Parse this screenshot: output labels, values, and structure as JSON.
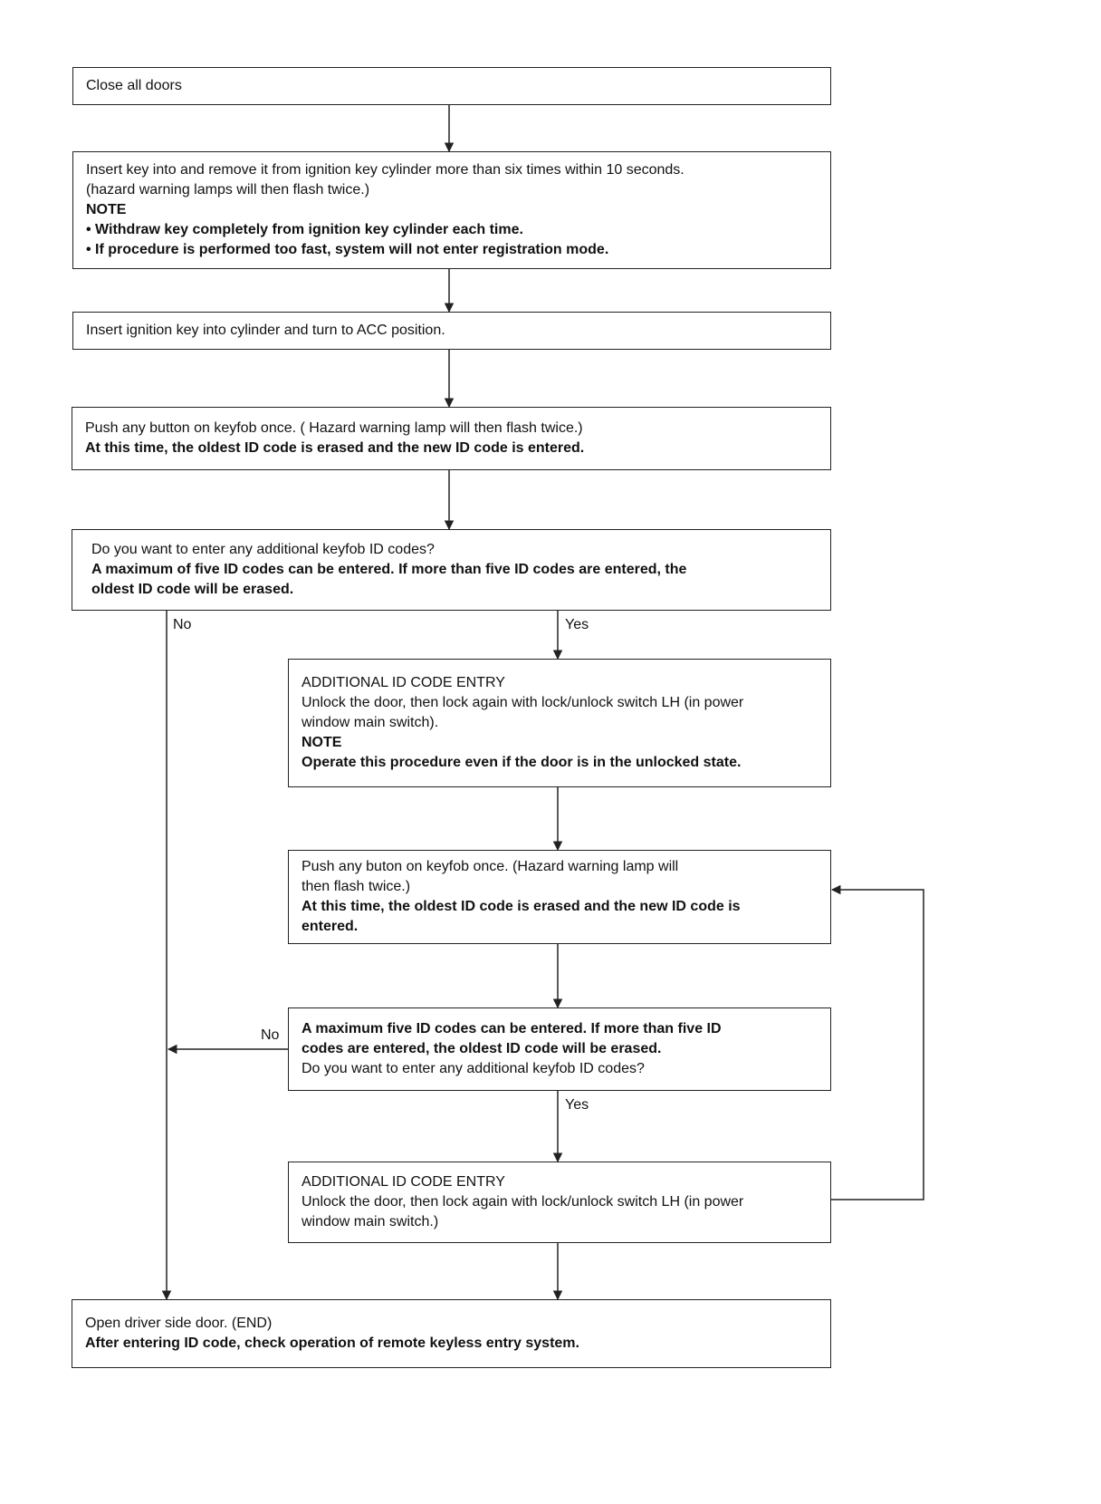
{
  "steps": {
    "close_doors": {
      "lines": [
        "Close all doors"
      ]
    },
    "insert_remove_key": {
      "lines": [
        "Insert key into and remove it from ignition key cylinder more than six times within 10 seconds.",
        "(hazard warning lamps will then flash twice.)"
      ],
      "note_label": "NOTE",
      "notes": [
        "• Withdraw key completely from ignition key cylinder each time.",
        "• If procedure is performed too fast, system will not enter registration mode."
      ]
    },
    "acc_position": {
      "lines": [
        "Insert ignition key into cylinder and turn to ACC position."
      ]
    },
    "push_keyfob_first": {
      "lines": [
        "Push any button on keyfob once. ( Hazard warning lamp will then flash twice.)"
      ],
      "bold_lines": [
        "At this time, the oldest ID code is erased and the new ID code is entered."
      ]
    },
    "decision_additional": {
      "lines": [
        "Do you want to enter any additional keyfob ID codes?"
      ],
      "bold_lines": [
        "A maximum of five ID codes can be entered. If more than five ID codes are entered, the",
        "oldest ID code will be erased."
      ]
    },
    "additional_entry_1": {
      "lines": [
        "ADDITIONAL ID CODE ENTRY",
        "Unlock the door, then lock again with lock/unlock switch LH (in power",
        "window main switch)."
      ],
      "note_label": "NOTE",
      "bold_lines": [
        "Operate this procedure even if the door is in the unlocked state."
      ]
    },
    "push_keyfob_second": {
      "lines": [
        "Push any buton on keyfob once. (Hazard warning lamp will",
        "then flash twice.)"
      ],
      "bold_lines": [
        "At this time, the oldest ID code is erased and the new ID code is",
        "entered."
      ]
    },
    "decision_max_five": {
      "bold_lines": [
        "A maximum five ID codes can be entered. If more than five ID",
        "codes are entered, the oldest ID code will be erased."
      ],
      "lines": [
        "Do you want to enter any additional keyfob ID codes?"
      ]
    },
    "additional_entry_2": {
      "lines": [
        "ADDITIONAL ID CODE ENTRY",
        "Unlock the door, then lock again with lock/unlock switch LH (in power",
        "window main switch.)"
      ]
    },
    "end": {
      "lines": [
        "Open driver side door. (END)"
      ],
      "bold_lines": [
        "After entering ID code, check operation of remote keyless entry system."
      ]
    }
  },
  "branch_labels": {
    "first_no": "No",
    "first_yes": "Yes",
    "second_no": "No",
    "second_yes": "Yes"
  },
  "colors": {
    "stroke": "#222222",
    "text": "#111111",
    "background": "#ffffff"
  }
}
